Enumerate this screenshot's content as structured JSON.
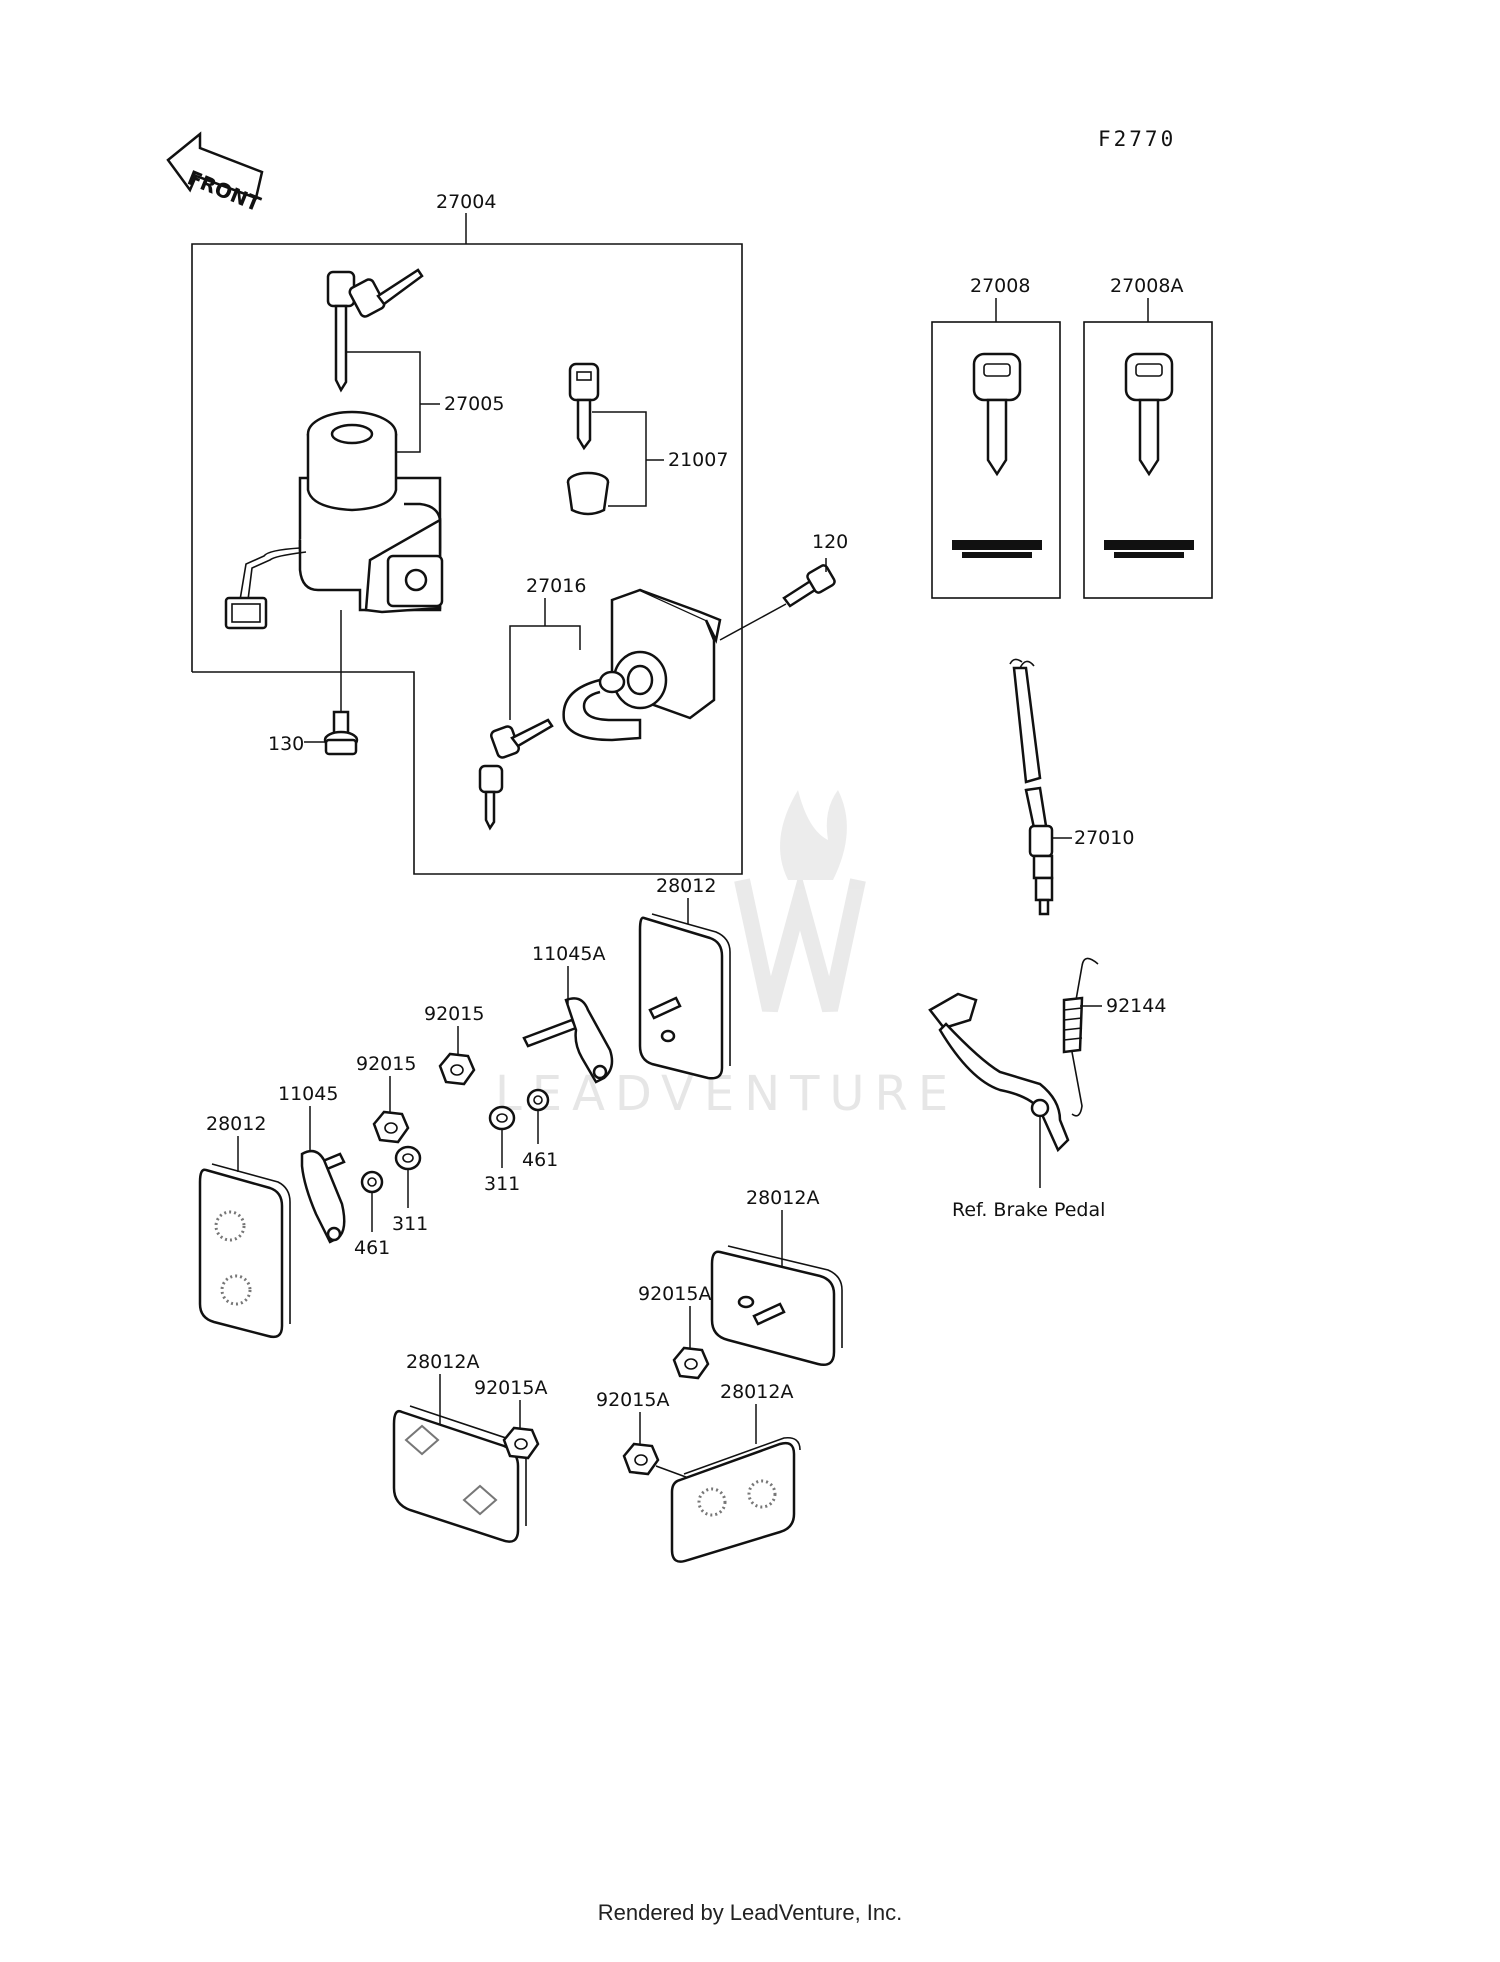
{
  "drawing_code": "F2770",
  "front_label": "FRONT",
  "watermark": "LEADVENTURE",
  "footer": "Rendered by LeadVenture, Inc.",
  "callouts": {
    "p27004": "27004",
    "p27005": "27005",
    "p21007": "21007",
    "p27016": "27016",
    "p120": "120",
    "p130": "130",
    "p27008": "27008",
    "p27008A": "27008A",
    "p27010": "27010",
    "p92144": "92144",
    "ref_brake": "Ref. Brake Pedal",
    "p28012_center": "28012",
    "p11045A": "11045A",
    "p92015_a": "92015",
    "p92015_b": "92015",
    "p11045": "11045",
    "p28012_left": "28012",
    "p311_a": "311",
    "p461_a": "461",
    "p311_b": "311",
    "p461_b": "461",
    "p28012A_a": "28012A",
    "p92015A_a": "92015A",
    "p28012A_b": "28012A",
    "p92015A_b": "92015A",
    "p92015A_c": "92015A",
    "p28012A_c": "28012A"
  }
}
